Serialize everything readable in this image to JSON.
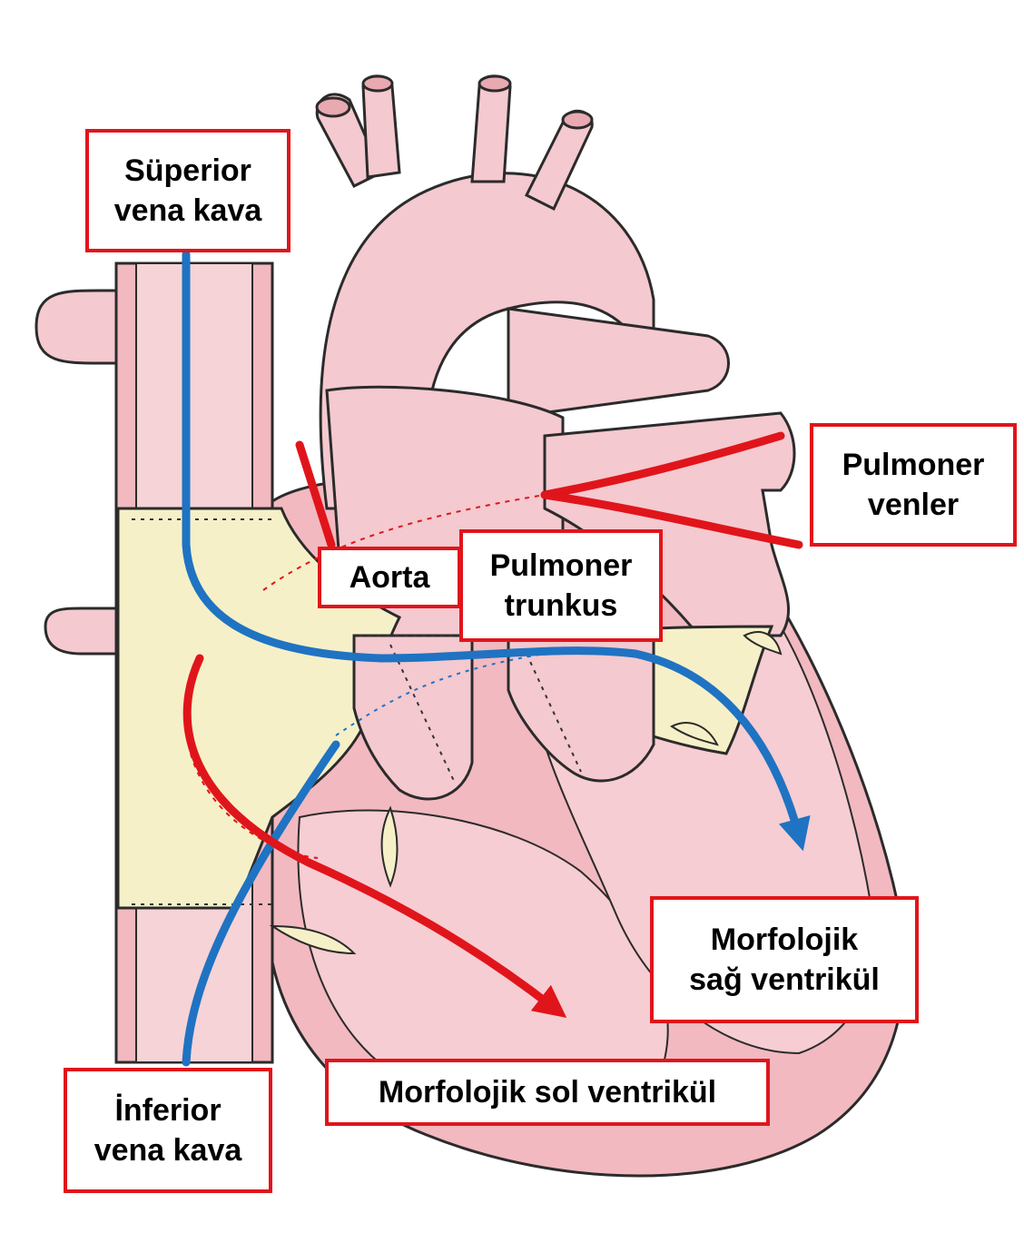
{
  "labels": {
    "superior_vena_cava": [
      "Süperior",
      "vena kava"
    ],
    "pulmonary_veins": [
      "Pulmoner",
      "venler"
    ],
    "aorta": [
      "Aorta"
    ],
    "pulmonary_trunk": [
      "Pulmoner",
      "trunkus"
    ],
    "morphologic_right_ventricle": [
      "Morfolojik",
      "sağ ventrikül"
    ],
    "morphologic_left_ventricle": [
      "Morfolojik sol ventrikül"
    ],
    "inferior_vena_cava": [
      "İnferior",
      "vena kava"
    ]
  },
  "colors": {
    "label_border": "#e0151b",
    "venous_flow": "#1f73c2",
    "arterial_flow": "#e0151b",
    "tissue": "#f4c9cf",
    "tissue_outline": "#2b2b2b",
    "baffle": "#f6f0c8"
  }
}
